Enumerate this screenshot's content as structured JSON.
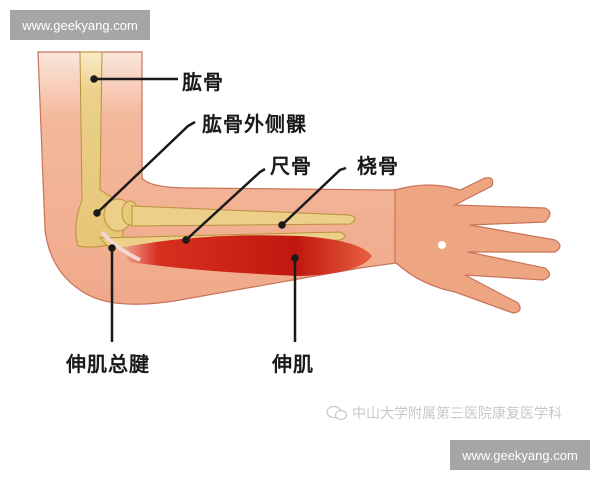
{
  "watermarks": {
    "top": "www.geekyang.com",
    "bottom": "www.geekyang.com"
  },
  "labels": {
    "humerus": "肱骨",
    "lateral_epicondyle": "肱骨外侧髁",
    "ulna": "尺骨",
    "radius": "桡骨",
    "common_extensor_tendon": "伸肌总腱",
    "extensor_muscle": "伸肌"
  },
  "credit": {
    "icon": "wechat-icon",
    "text": "中山大学附属第三医院康复医学科"
  },
  "colors": {
    "skin": "#f0a98a",
    "skin_outline": "#c8735a",
    "bone": "#ecd08a",
    "bone_outline": "#b8913a",
    "muscle": "#c8201a",
    "leader_line": "#1a1a1a",
    "watermark_bg": "#a6a6a6"
  }
}
